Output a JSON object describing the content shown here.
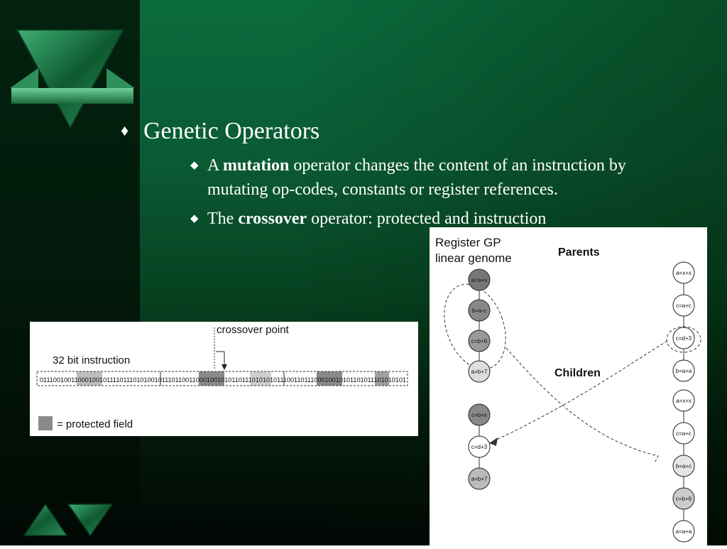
{
  "slide": {
    "heading": "Genetic Operators",
    "bullets": [
      {
        "pre": "A ",
        "bold": "mutation",
        "post": " operator changes the content of an instruction by mutating op-codes, constants or register references."
      },
      {
        "pre": "The ",
        "bold": "crossover",
        "post": " operator: protected and instruction"
      }
    ]
  },
  "figure_instruction": {
    "crossover_label": "crossover point",
    "instruction_label": "32 bit instruction",
    "bits": "011100100110001001011110111010100101110110011000100101011011101010101110011011100010010101101011101010101",
    "legend": "= protected field"
  },
  "figure_genome": {
    "title_line1": "Register GP",
    "title_line2": "linear genome",
    "parents_label": "Parents",
    "children_label": "Children",
    "left_parent": [
      "a=a+x",
      "b=a-c",
      "c=b+6",
      "a=b+7"
    ],
    "right_parent": [
      "a=x+x",
      "c=a+c",
      "c=d+3",
      "b=a+a"
    ],
    "left_child": [
      "c=b+x",
      "c=d+3",
      "a=b+7"
    ],
    "right_child": [
      "a=x+x",
      "c=a+c",
      "b=a+c",
      "c=b+6",
      "a=a+a"
    ]
  },
  "colors": {
    "background": "#0a5a33",
    "text": "#ffffff",
    "protected": "#8a8a8a"
  }
}
